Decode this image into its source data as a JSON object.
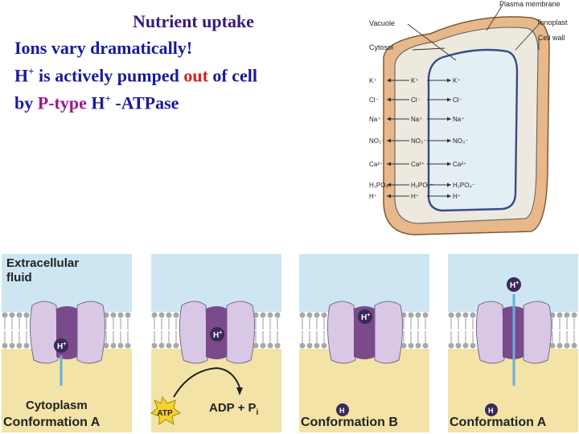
{
  "title": "Nutrient uptake",
  "lines": {
    "l1": "Ions vary dramatically!",
    "l2_a": "H",
    "l2_sup": "+",
    "l2_b": " is actively pumped ",
    "l2_out": "out",
    "l2_c": " of cell",
    "l3_a": "by ",
    "l3_ptype": "P-type",
    "l3_b": " H",
    "l3_sup": "+",
    "l3_c": " -ATPase"
  },
  "cell_diagram": {
    "labels": {
      "plasma_membrane": "Plasma membrane",
      "vacuole": "Vacuole",
      "tonoplast": "Tonoplast",
      "cytosol": "Cytosol",
      "cell_wall": "Cell wall"
    },
    "ions": [
      {
        "outside": "K⁺",
        "cytosol": "K⁺",
        "vacuole": "K⁺"
      },
      {
        "outside": "Cl⁻",
        "cytosol": "Cl⁻",
        "vacuole": "Cl⁻"
      },
      {
        "outside": "Na⁺",
        "cytosol": "Na⁺",
        "vacuole": "Na⁺"
      },
      {
        "outside": "NO₃⁻",
        "cytosol": "NO₃⁻",
        "vacuole": "NO₃⁻"
      },
      {
        "outside": "Ca²⁺",
        "cytosol": "Ca²⁺",
        "vacuole": "Ca²⁺"
      },
      {
        "outside": "H₂PO₄⁻",
        "cytosol": "H₂PO₄⁻",
        "vacuole": "H₂PO₄⁻"
      },
      {
        "outside": "H⁺",
        "cytosol": "H⁺",
        "vacuole": "H⁺"
      }
    ]
  },
  "pump_diagram": {
    "extracellular": "Extracellular fluid",
    "cytoplasm": "Cytoplasm",
    "conformation_a": "Conformation A",
    "conformation_b": "Conformation B",
    "atp": "ATP",
    "adp": "ADP + P",
    "adp_sub": "i",
    "h": "H",
    "h_sup": "+"
  },
  "colors": {
    "extracellular": "#cde6f2",
    "cytoplasm": "#f3e3a6",
    "protein": "#d8c8e6",
    "protein_core": "#7a4a8a",
    "cell_wall": "#e8b88a",
    "arrow": "#6aaedc"
  }
}
